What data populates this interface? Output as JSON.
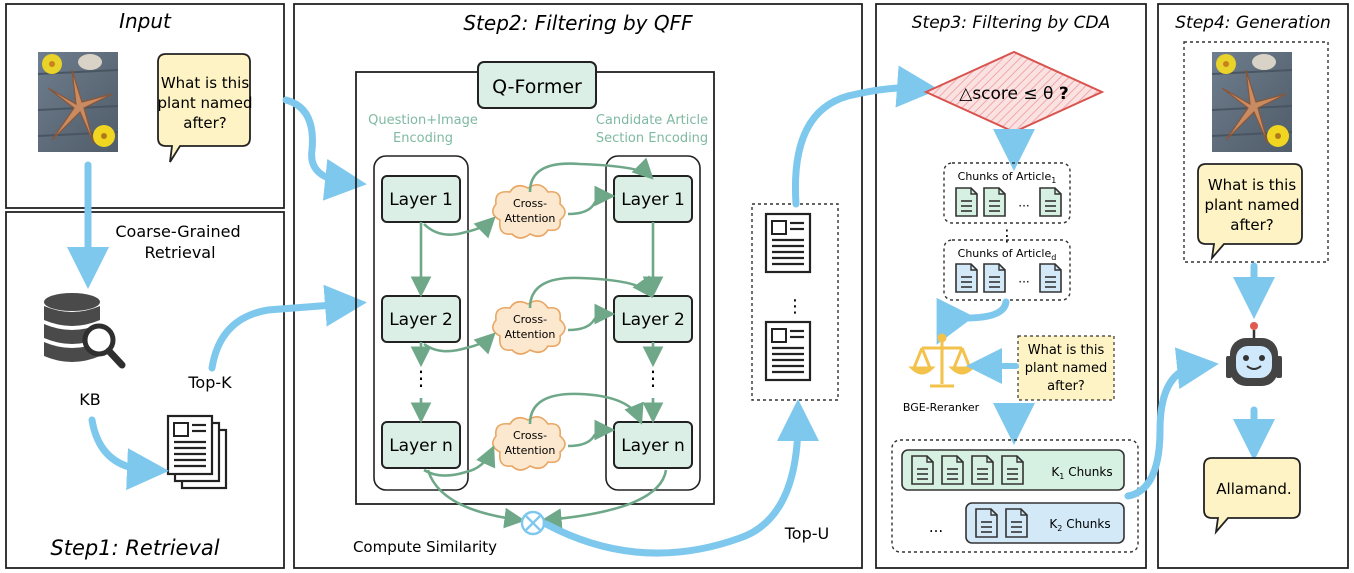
{
  "colors": {
    "arrow_blue": "#7ec8ee",
    "arrow_green": "#6fa889",
    "layer_fill": "#dcefe6",
    "teal_text": "#7fb9a2",
    "cloud_fill": "#fbe8cf",
    "cloud_stroke": "#e9a765",
    "diamond_fill": "#f9d6d6",
    "diamond_stroke": "#d9534f",
    "bubble_fill": "#fdf3c4",
    "chunk_green": "#d6f0e1",
    "chunk_blue": "#d4e9f8",
    "scale_color": "#f2c24a"
  },
  "input": {
    "title": "Input",
    "question": [
      "What is this",
      "plant named",
      "after?"
    ]
  },
  "step1": {
    "title": "Step1: Retrieval",
    "coarse_label": [
      "Coarse-Grained",
      "Retrieval"
    ],
    "kb_label": "KB",
    "topk_label": "Top-K",
    "icons": {
      "database": "database-search-icon",
      "documents": "document-stack-icon"
    }
  },
  "step2": {
    "title": "Step2: Filtering by QFF",
    "qformer": "Q-Former",
    "left_heading": [
      "Question+Image",
      "Encoding"
    ],
    "right_heading": [
      "Candidate Article",
      "Section Encoding"
    ],
    "layers": [
      "Layer 1",
      "Layer 2",
      "Layer n"
    ],
    "cross_attention": [
      "Cross-",
      "Attention"
    ],
    "ellipsis": "⋮",
    "compute_similarity": "Compute Similarity",
    "topu_label": "Top-U",
    "similarity_symbol": "⊗"
  },
  "step3": {
    "title": "Step3: Filtering by CDA",
    "condition": {
      "lead": "△score ≤ θ",
      "mark": "?"
    },
    "chunks_article_1": {
      "lead": "Chunks of Article",
      "sub": "1"
    },
    "chunks_article_d": {
      "lead": "Chunks of Article",
      "sub": "d"
    },
    "reranker": "BGE-Reranker",
    "question": [
      "What is this",
      "plant named",
      "after?"
    ],
    "k1_chunks": {
      "lead": "K",
      "sub": "1",
      "tail": " Chunks"
    },
    "k2_chunks": {
      "lead": "K",
      "sub": "2",
      "tail": " Chunks"
    },
    "ellipsis_h": "...",
    "ellipsis_v": "⋮",
    "doc_dots": "···"
  },
  "step4": {
    "title": "Step4: Generation",
    "question": [
      "What is this",
      "plant named",
      "after?"
    ],
    "answer": "Allamand.",
    "icons": {
      "robot": "robot-icon"
    }
  }
}
